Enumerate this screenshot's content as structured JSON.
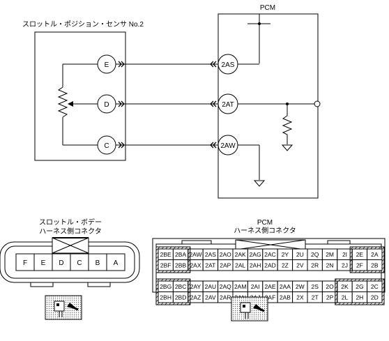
{
  "schematic": {
    "sensor_title": "スロットル・ポジション・センサ No.2",
    "pcm_title": "PCM",
    "sensor_pins": [
      "E",
      "D",
      "C"
    ],
    "pcm_pins": [
      "2AS",
      "2AT",
      "2AW"
    ]
  },
  "left_connector": {
    "title_line1": "スロットル・ボデー",
    "title_line2": "ハーネス側コネクタ",
    "pins": [
      "F",
      "E",
      "D",
      "C",
      "B",
      "A"
    ]
  },
  "right_connector": {
    "title_line1": "PCM",
    "title_line2": "ハーネス側コネクタ",
    "top_rows": [
      [
        "2BE",
        "2BA",
        "2AW",
        "2AS",
        "2AO",
        "2AK",
        "2AG",
        "2AC",
        "2Y",
        "2U",
        "2Q",
        "2M",
        "2I",
        "2E",
        "2A"
      ],
      [
        "2BF",
        "2BB",
        "2AX",
        "2AT",
        "2AP",
        "2AL",
        "2AH",
        "2AD",
        "2Z",
        "2V",
        "2R",
        "2N",
        "2J",
        "2F",
        "2B"
      ]
    ],
    "bottom_rows": [
      [
        "2BG",
        "2BC",
        "2AY",
        "2AU",
        "2AQ",
        "2AM",
        "2AI",
        "2AE",
        "2AA",
        "2W",
        "2S",
        "2O",
        "2K",
        "2G",
        "2C"
      ],
      [
        "2BH",
        "2BD",
        "2AZ",
        "2AV",
        "2AR",
        "2AN",
        "2AJ",
        "2AF",
        "2AB",
        "2X",
        "2T",
        "2P",
        "2L",
        "2H",
        "2D"
      ]
    ]
  }
}
